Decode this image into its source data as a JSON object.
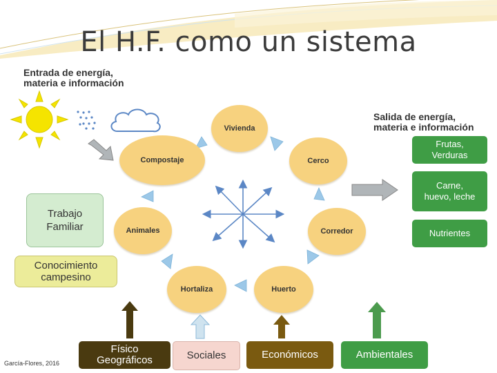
{
  "title": "El H.F. como un sistema",
  "input_label_line1": "Entrada de energía,",
  "input_label_line2": "materia e información",
  "output_label_line1": "Salida de energía,",
  "output_label_line2": "materia e información",
  "cycle_nodes": {
    "vivienda": "Vivienda",
    "cerco": "Cerco",
    "corredor": "Corredor",
    "huerto": "Huerto",
    "hortaliza": "Hortaliza",
    "animales": "Animales",
    "compostaje": "Compostaje"
  },
  "outputs": {
    "frutas_line1": "Frutas,",
    "frutas_line2": "Verduras",
    "carne_line1": "Carne,",
    "carne_line2": "huevo, leche",
    "nutrientes": "Nutrientes"
  },
  "left_boxes": {
    "trabajo_line1": "Trabajo",
    "trabajo_line2": "Familiar",
    "conocimiento_line1": "Conocimiento",
    "conocimiento_line2": "campesino"
  },
  "factors": {
    "fisico_line1": "Físico",
    "fisico_line2": "Geográficos",
    "sociales": "Sociales",
    "economicos": "Económicos",
    "ambientales": "Ambientales"
  },
  "citation": "García-Flores, 2016",
  "colors": {
    "node_fill": "#f7d27f",
    "output_green": "#3f9d45",
    "trabajo_fill": "#d4ecd0",
    "conocimiento_fill": "#ecec9a",
    "fisico_fill": "#4a3a10",
    "sociales_fill": "#f6d6cf",
    "economicos_fill": "#7a5a10",
    "ambientales_fill": "#3f9d45",
    "cycle_arrow": "#9cc8e8",
    "sun": "#f5e400"
  },
  "icons": [
    "sun-icon",
    "rain-drops-icon",
    "cloud-icon",
    "star-arrows-icon"
  ]
}
